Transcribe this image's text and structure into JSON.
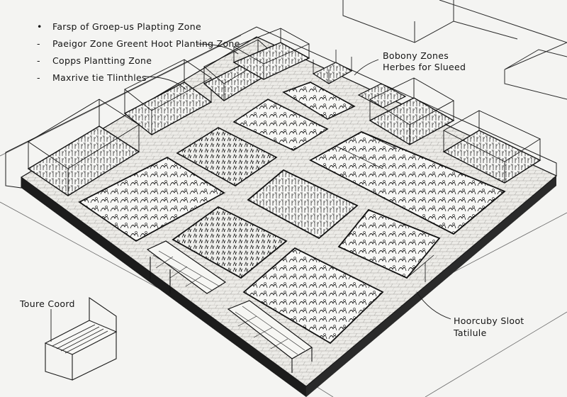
{
  "legend": {
    "items": [
      {
        "bullet": "•",
        "label": "Farsp of Groep-us Plapting Zone"
      },
      {
        "bullet": "-",
        "label": "Paeigor Zone Greent Hoot Planting Zone"
      },
      {
        "bullet": "-",
        "label": "Copps Plantting Zone"
      },
      {
        "bullet": "-",
        "label": "Maxrive tie Tlinthles"
      }
    ]
  },
  "callouts": {
    "herb_zone_line1": "Bobony Zones",
    "herb_zone_line2": "Herbes for Slueed",
    "tool_coord": "Toure Coord",
    "corner_line1": "Hoorcuby Sloot",
    "corner_line2": "Tatilule"
  },
  "colors": {
    "ink": "#141414",
    "paper": "#f4f4f2",
    "plinth": "#1c1c1c"
  }
}
